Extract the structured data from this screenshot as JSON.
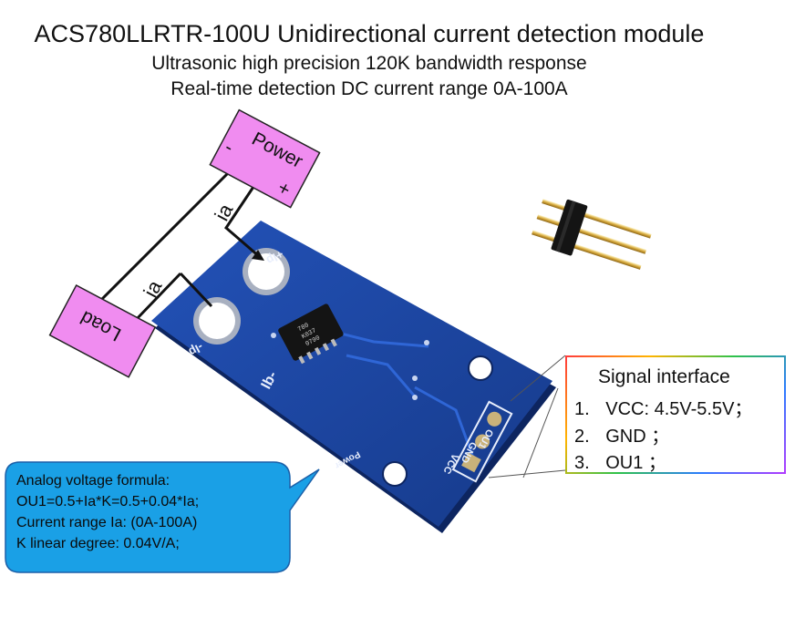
{
  "header": {
    "title": "ACS780LLRTR-100U Unidirectional current detection module",
    "subtitle_1": "Ultrasonic high precision 120K bandwidth response",
    "subtitle_2": "Real-time detection DC current range 0A-100A"
  },
  "power_box": {
    "label": "Power",
    "minus": "-",
    "plus": "+"
  },
  "load_box": {
    "label": "Load"
  },
  "wires": {
    "current_label_top": "ia",
    "current_label_left": "ia"
  },
  "pcb": {
    "pad_plus": "+Ip",
    "pad_minus": "-Ip",
    "mark_ib": "Ib-",
    "power_silk": "Power",
    "pin_out": "OU1",
    "pin_gnd": "GND",
    "pin_vcc": "VCC",
    "chip_line1": "780",
    "chip_line2": "K037",
    "chip_line3": "0790",
    "board_color": "#1b3f9a"
  },
  "signal_interface": {
    "title": "Signal  interface",
    "items": [
      {
        "num": "1.",
        "text": "VCC: 4.5V-5.5V；"
      },
      {
        "num": "2.",
        "text": "GND ；"
      },
      {
        "num": "3.",
        "text": "OU1  ；"
      }
    ]
  },
  "formula_bubble": {
    "lines": [
      "Analog voltage formula:",
      "OU1=0.5+Ia*K=0.5+0.04*Ia;",
      "Current range Ia: (0A-100A)",
      "K linear degree: 0.04V/A;"
    ],
    "fill_color": "#1aa0e6"
  },
  "colors": {
    "pink_box": "#f08cf0",
    "pcb_blue": "#1b3f9a"
  }
}
